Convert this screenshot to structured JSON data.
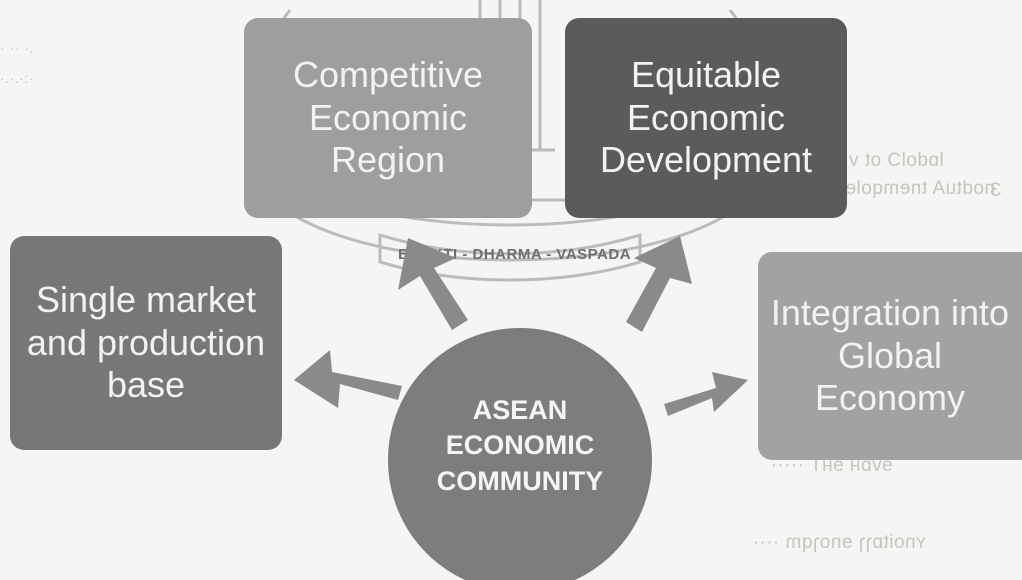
{
  "diagram": {
    "center": {
      "label": "ASEAN ECONOMIC COMMUNITY"
    },
    "nodes": {
      "competitive": {
        "label": "Competitive Economic Region"
      },
      "equitable": {
        "label": "Equitable Economic Development"
      },
      "single_market": {
        "label": "Single market and production base"
      },
      "integration": {
        "label": "Integration into Global Economy"
      }
    },
    "watermark_motto": "BHAKTI - DHARMA - VASPADA"
  },
  "colors": {
    "competitive_box": "#9e9e9e",
    "equitable_box": "#5b5b5b",
    "single_market_box": "#777777",
    "integration_box": "#a2a2a2",
    "center_circle": "#7d7d7d",
    "arrows": "#8a8a8a"
  }
}
